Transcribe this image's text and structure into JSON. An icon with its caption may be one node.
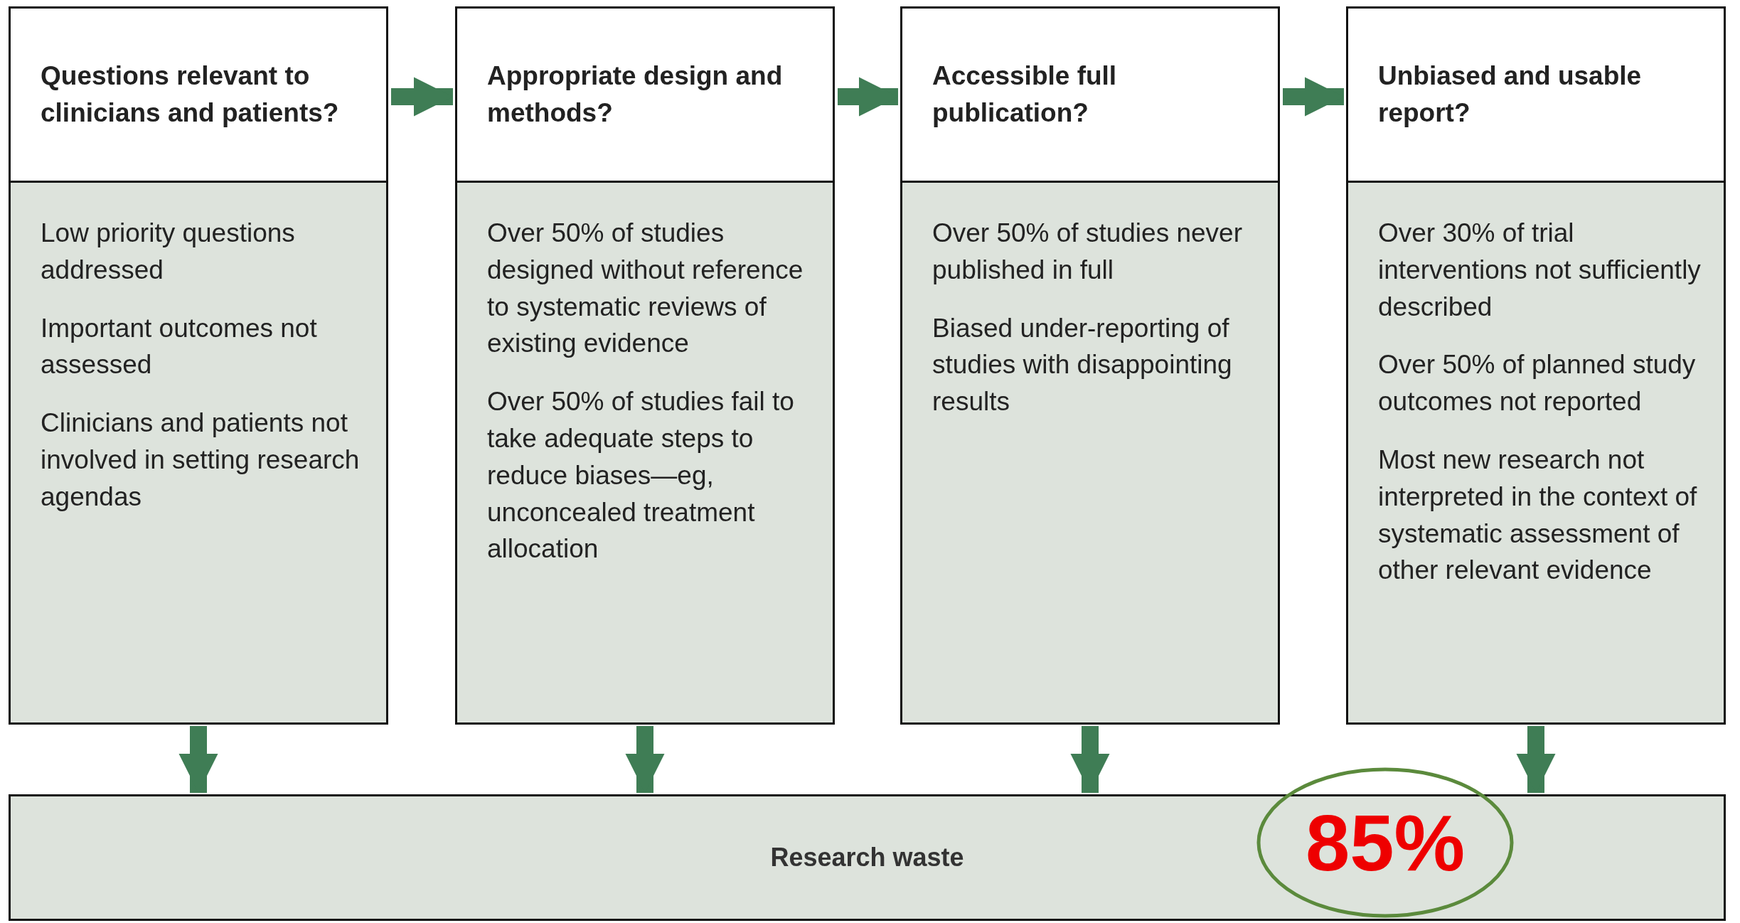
{
  "diagram": {
    "nodes": [
      {
        "text": [
          "Questions relevant to clinicians and patients?",
          "Low priority questions addressed",
          "Important outcomes not assessed",
          "Clinicians and patients not involved in setting research agendas"
        ]
      },
      {
        "text": [
          "Appropriate design and methods?",
          "Over 50% of studies designed without reference to systematic reviews of existing evidence",
          "Over 50% of studies fail to take adequate steps to reduce biases—eg, unconcealed treatment allocation"
        ]
      },
      {
        "text": [
          "Accessible full publication?",
          "Over 50% of studies never published in full",
          "Biased under-reporting of studies with disappointing results"
        ]
      },
      {
        "text": [
          "Unbiased and usable report?",
          "Over 30% of trial interventions not sufficiently described",
          "Over 50% of planned study outcomes not reported",
          "Most new research not interpreted in the context of systematic assessment of other relevant evidence"
        ]
      },
      {
        "text": [
          "Research waste"
        ]
      },
      {
        "text": [
          "85%"
        ]
      }
    ],
    "edges": [
      {
        "from": 0,
        "to": 1,
        "arrow": "to"
      },
      {
        "from": 1,
        "to": 2,
        "arrow": "to"
      },
      {
        "from": 2,
        "to": 3,
        "arrow": "to"
      },
      {
        "from": 0,
        "to": 4,
        "arrow": "to"
      },
      {
        "from": 1,
        "to": 4,
        "arrow": "to"
      },
      {
        "from": 2,
        "to": 4,
        "arrow": "to"
      },
      {
        "from": 3,
        "to": 4,
        "arrow": "to"
      }
    ]
  }
}
